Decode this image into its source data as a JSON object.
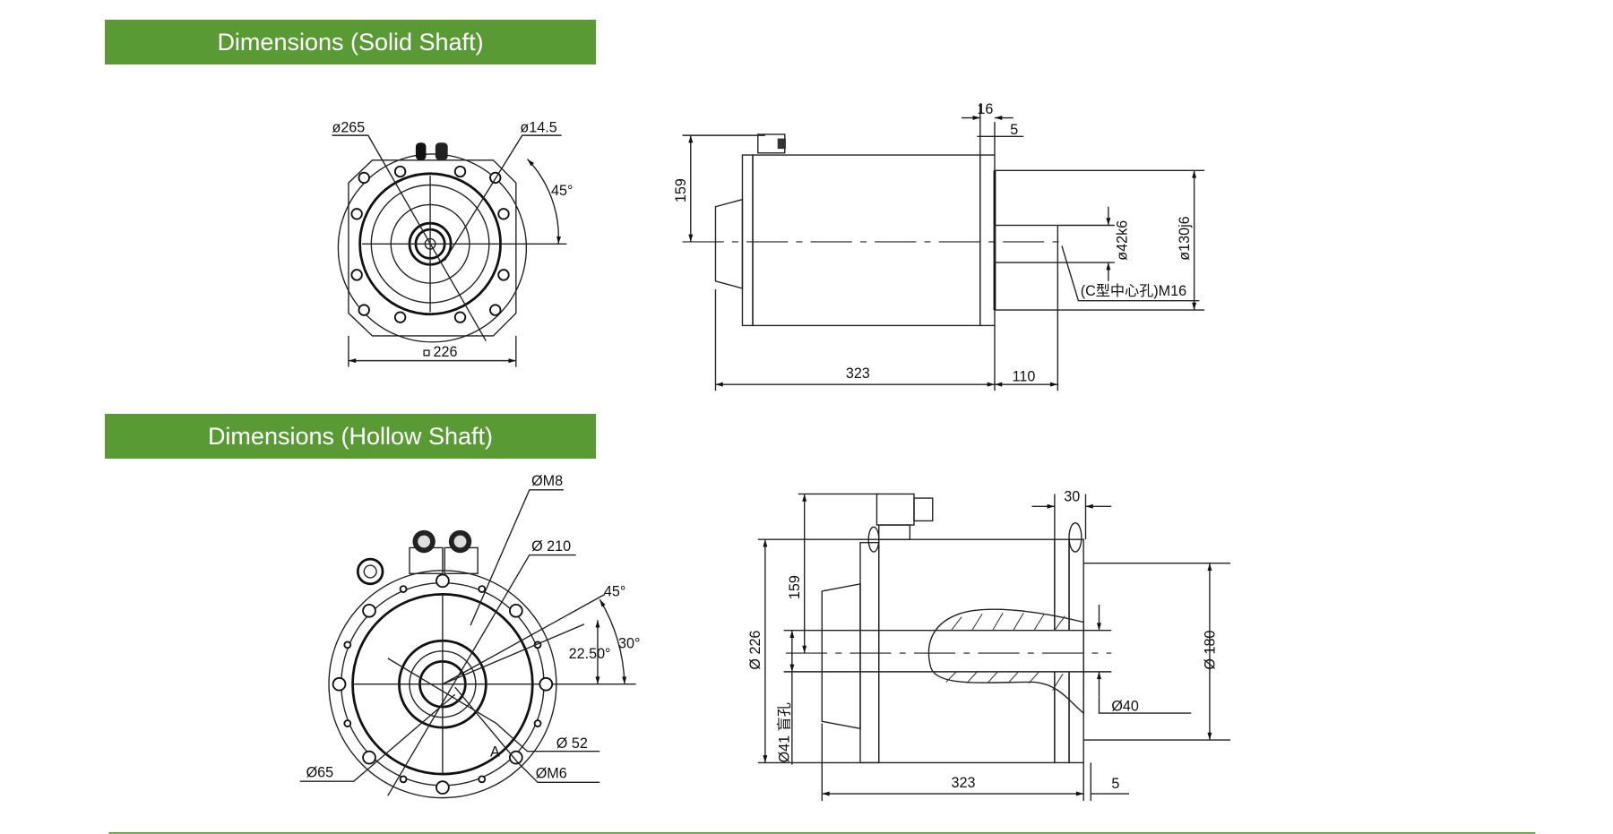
{
  "sections": {
    "solid": {
      "title": "Dimensions (Solid Shaft)"
    },
    "hollow": {
      "title": "Dimensions (Hollow Shaft)"
    }
  },
  "solid_front": {
    "d265": "ø265",
    "d14_5": "ø14.5",
    "angle45": "45°",
    "square226": "226"
  },
  "solid_side": {
    "h159": "159",
    "w16": "16",
    "w5": "5",
    "d42k6": "ø42k6",
    "d130j6": "ø130j6",
    "center_hole": "(C型中心孔)M16",
    "l323": "323",
    "l110": "110"
  },
  "hollow_front": {
    "dM8": "ØM8",
    "d210": "Ø 210",
    "angle45": "45°",
    "angle30": "30°",
    "angle22_5": "22.50°",
    "d52": "Ø 52",
    "dM6": "ØM6",
    "d65": "Ø65",
    "mark_a": "A"
  },
  "hollow_side": {
    "w30": "30",
    "h159": "159",
    "d226": "Ø 226",
    "d41": "Ø41 盲孔",
    "d180": "Ø 180",
    "d40": "Ø40",
    "l323": "323",
    "w5": "5"
  },
  "colors": {
    "header_bg": "#5a9a35",
    "footer_line": "#5a9a35"
  }
}
